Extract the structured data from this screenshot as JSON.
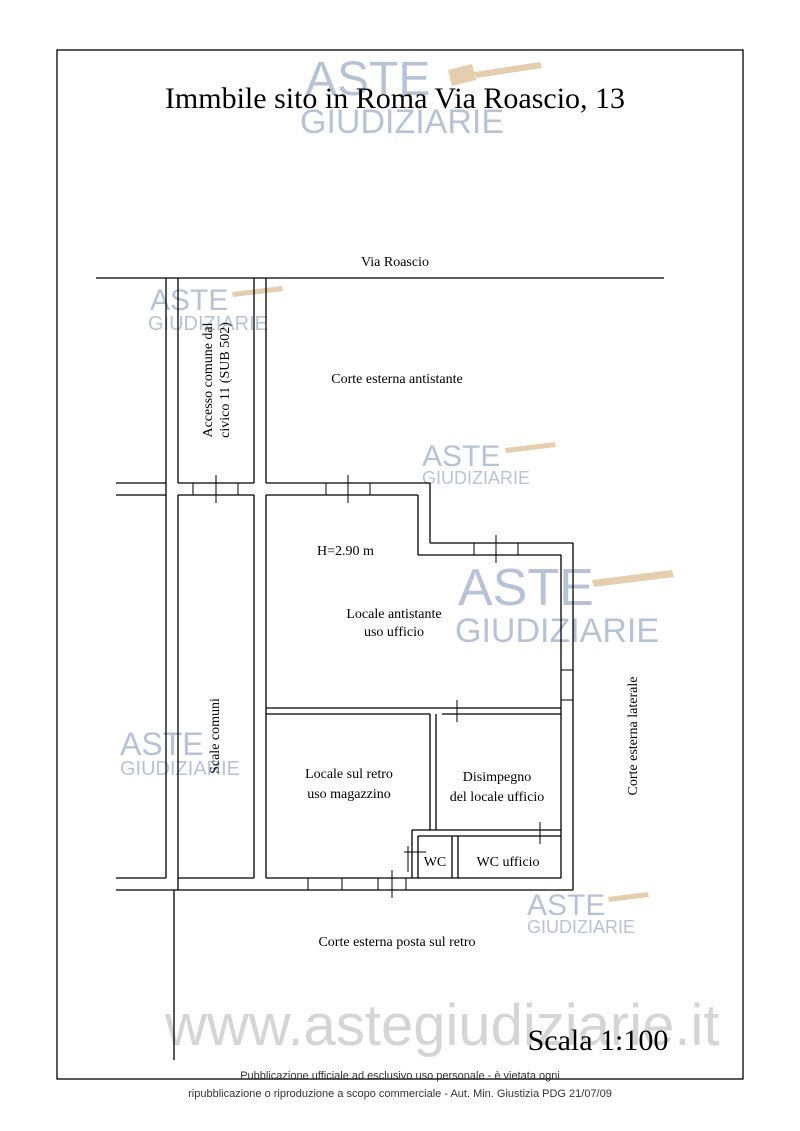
{
  "title": "Immbile sito in Roma Via Roascio, 13",
  "street_label": "Via Roascio",
  "labels": {
    "accesso_line1": "Accesso comune dal",
    "accesso_line2": "civico 11 (SUB 502)",
    "corte_antistante": "Corte esterna antistante",
    "height": "H=2.90 m",
    "locale_antistante_1": "Locale antistante",
    "locale_antistante_2": "uso ufficio",
    "scale_comuni": "Scale comuni",
    "locale_retro_1": "Locale sul retro",
    "locale_retro_2": "uso magazzino",
    "disimpegno_1": "Disimpegno",
    "disimpegno_2": "del locale ufficio",
    "wc": "WC",
    "wc_ufficio": "WC ufficio",
    "corte_laterale": "Corte esterna laterale",
    "corte_retro": "Corte esterna posta sul retro"
  },
  "scale_text": "Scala 1:100",
  "watermark": {
    "aste": "ASTE",
    "giudiziarie": "GIUDIZIARIE",
    "site": "www.astegiudiziarie.it"
  },
  "footer": {
    "line1": "Pubblicazione ufficiale ad esclusivo uso personale - è vietata ogni",
    "line2": "ripubblicazione o riproduzione a scopo commerciale - Aut. Min. Giustizia PDG 21/07/09"
  },
  "colors": {
    "watermark_blue": "#9fb0c8",
    "watermark_gavel": "#d9b98a",
    "watermark_grey": "#c4c4c4"
  }
}
